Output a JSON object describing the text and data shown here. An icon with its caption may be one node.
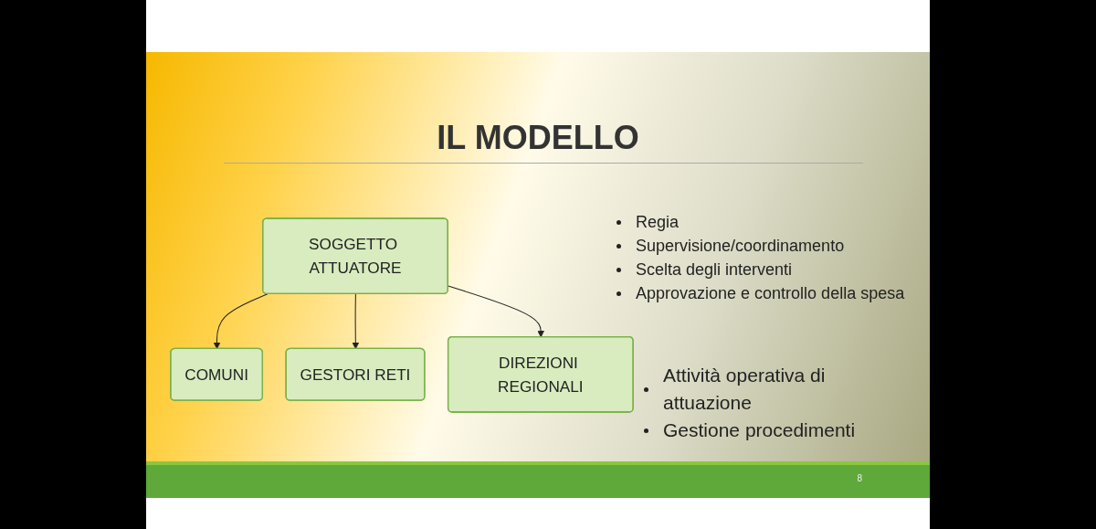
{
  "diagram": {
    "title": "IL MODELLO",
    "nodes": [
      {
        "text": [
          "SOGGETTO ATTUATORE"
        ]
      },
      {
        "text": [
          "COMUNI"
        ]
      },
      {
        "text": [
          "GESTORI RETI"
        ]
      },
      {
        "text": [
          "DIREZIONI REGIONALI"
        ]
      }
    ],
    "edges": [
      {
        "from": 0,
        "to": 1,
        "arrow": "to"
      },
      {
        "from": 0,
        "to": 2,
        "arrow": "to"
      },
      {
        "from": 0,
        "to": 3,
        "arrow": "to"
      }
    ],
    "labels": [
      "Regia",
      "Supervisione/coordinamento",
      "Scelta degli interventi",
      "Approvazione e controllo della spesa",
      "Attività operativa di attuazione",
      "Gestione procedimenti",
      "8"
    ]
  }
}
